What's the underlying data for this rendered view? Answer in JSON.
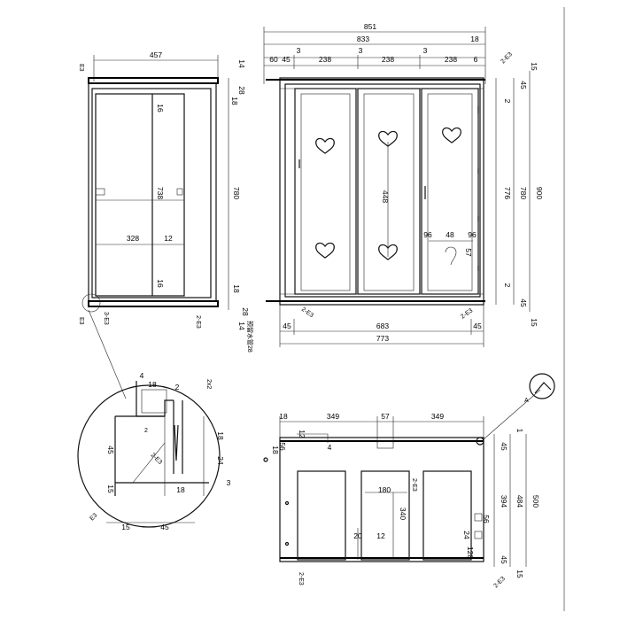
{
  "front_view": {
    "top": {
      "total_width": "851",
      "inner_width": "833",
      "right_overhang": "18"
    },
    "segments": {
      "left_margin": "60",
      "post": "45",
      "gap1": "3",
      "panel1": "238",
      "gap2": "3",
      "panel2": "238",
      "gap3": "3",
      "panel3": "238",
      "right_post": "6"
    },
    "heart_spacing": "448",
    "handle_block": {
      "left": "96",
      "mid": "48",
      "right": "96",
      "height": "57"
    },
    "right_side": {
      "top_trim": "15",
      "rail": "45",
      "gap_top": "2",
      "inner": "776",
      "frame": "780",
      "overall": "900",
      "gap_bot": "2",
      "bottom_rail": "45",
      "bottom_trim": "15"
    },
    "bottom": {
      "left_post": "45",
      "middle": "683",
      "right_post": "45",
      "overall": "773"
    },
    "callouts": {
      "top_right": "2-E3",
      "bottom_left": "2-E3",
      "bottom_right": "2-E3"
    }
  },
  "side_view": {
    "top_width": "457",
    "left_code": "E3",
    "right_side": {
      "top_trim": "14",
      "gap": "28",
      "rail": "18",
      "height": "780",
      "bottom_rail": "18",
      "gap_bot": "28",
      "bottom_trim": "14"
    },
    "door": {
      "top_gap": "16",
      "height": "738",
      "width": "328",
      "stile": "12",
      "bottom_gap": "16"
    },
    "bottom_codes": {
      "left": "E3",
      "left2": "3-E3",
      "right": "2-E3"
    },
    "vertical_note": "预留水管28"
  },
  "detail_view": {
    "top": {
      "offset": "4",
      "width": "18",
      "thickness": "2",
      "tag": "2x2"
    },
    "left": {
      "depth": "45",
      "lip": "15"
    },
    "right": {
      "rail": "18",
      "height": "24",
      "gap": "3"
    },
    "inner": {
      "angle_label": "2-E3",
      "depth_label": "18"
    },
    "bottom": {
      "lip": "15",
      "width": "45"
    },
    "callout_left": "E3",
    "callout_bottom": "2"
  },
  "plan_view": {
    "top": {
      "left": "18",
      "span1": "349",
      "center": "57",
      "span2": "349"
    },
    "left_labels": {
      "inner": "12",
      "drop": "4",
      "tag": "18",
      "sub": "56"
    },
    "middle": {
      "width": "180",
      "code": "2-E3",
      "depth": "340",
      "left_small": "20",
      "right_small": "12"
    },
    "right_side": {
      "edge": "1",
      "rail": "45",
      "inner": "394",
      "frame": "484",
      "overall": "500",
      "small1": "56",
      "small2": "24",
      "small3": "128",
      "rail_bot": "45",
      "trim": "15"
    },
    "callouts": {
      "bottom_left": "2-E3",
      "bottom_right": "2-E3",
      "corner": "A"
    }
  }
}
